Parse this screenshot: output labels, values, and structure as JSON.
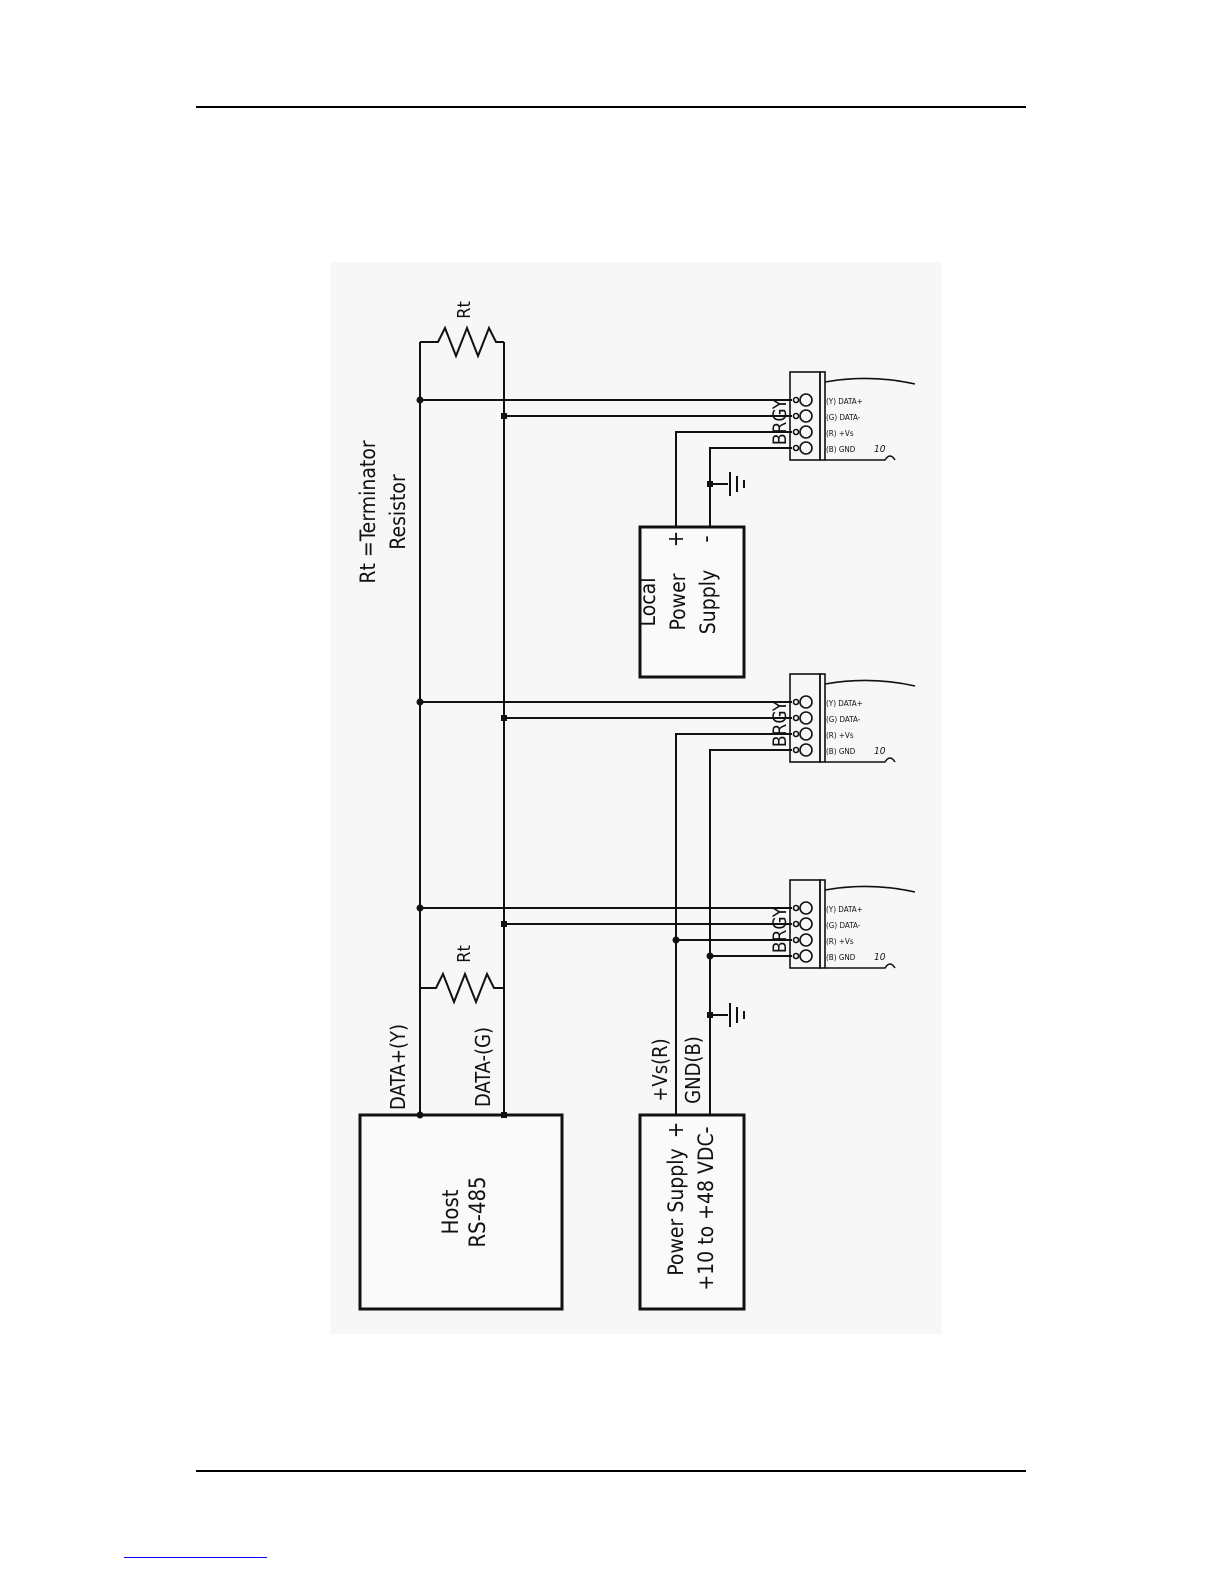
{
  "diagram": {
    "terminator_note": [
      "Rt =Terminator",
      "Resistor"
    ],
    "resistor_label": "Rt",
    "host": [
      "Host",
      "RS-485"
    ],
    "bus_labels": {
      "data_plus": "DATA+(Y)",
      "data_minus": "DATA-(G)"
    },
    "power_labels": {
      "vs": "+Vs(R)",
      "gnd": "GND(B)"
    },
    "main_power": [
      "Power Supply",
      "+10 to +48 VDC"
    ],
    "local_power": [
      "Local",
      "Power",
      "Supply"
    ],
    "sign_plus": "+",
    "sign_minus": "-",
    "connector_letters": "BRGY",
    "terminals": [
      "(Y) DATA+",
      "(G) DATA-",
      "(R) +Vs",
      "(B) GND"
    ],
    "module_tag": "10"
  }
}
